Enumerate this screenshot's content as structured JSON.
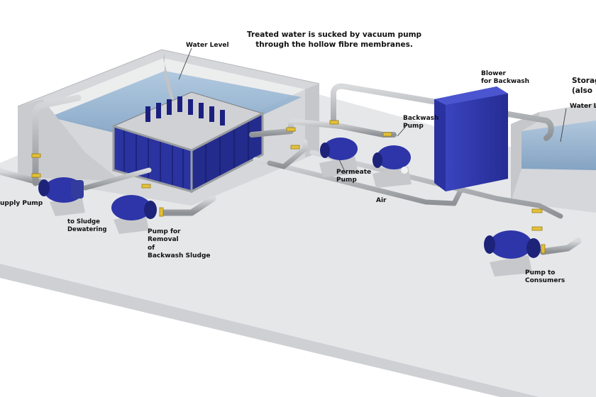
{
  "caption": {
    "line1": "Treated water is sucked by vacuum pump",
    "line2": "through the hollow fibre membranes."
  },
  "labels": {
    "water_level_left": "Water Level",
    "blower_line1": "Blower",
    "blower_line2": "for Backwash",
    "storage_line1": "Storag",
    "storage_line2": "(also",
    "water_level_right": "Water Le",
    "backwash_pump_line1": "Backwash",
    "backwash_pump_line2": "Pump",
    "permeate_pump_line1": "Permeate",
    "permeate_pump_line2": "Pump",
    "air": "Air",
    "supply_pump": "upply Pump",
    "sludge_line1": "to Sludge",
    "sludge_line2": "Dewatering",
    "removal_line1": "Pump for",
    "removal_line2": "Removal",
    "removal_line3": "of",
    "removal_line4": "Backwash Sludge",
    "consumers_line1": "Pump to",
    "consumers_line2": "Consumers"
  },
  "colors": {
    "pump_blue": "#2d35a8",
    "pipe_gray": "#a9adb2",
    "water_blue": "#7fa6c8",
    "floor": "#e6e7e9",
    "tank_wall": "#dcdde0"
  }
}
